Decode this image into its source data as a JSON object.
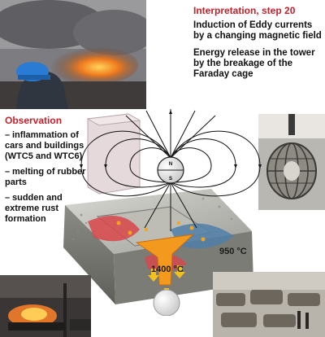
{
  "interpretation": {
    "heading": "Interpretation, step 20",
    "para1": "Induction of Eddy currents by a changing magnetic field",
    "para2": "Energy release in the tower by the breakage of the Faraday cage"
  },
  "observation": {
    "heading": "Observation",
    "items": [
      "inflammation of cars and buildings (WTC5 and WTC6)",
      "melting of rubber parts",
      "sudden and extreme rust formation"
    ]
  },
  "diagram": {
    "pole_north": "N",
    "pole_south": "S",
    "temp_hot": "1400 °C",
    "temp_warm": "950 °C"
  },
  "colors": {
    "accent_red": "#c8202a",
    "molten_orange": "#f39a1e",
    "hot_red": "#d8454a",
    "cool_blue": "#4f7fa8"
  }
}
